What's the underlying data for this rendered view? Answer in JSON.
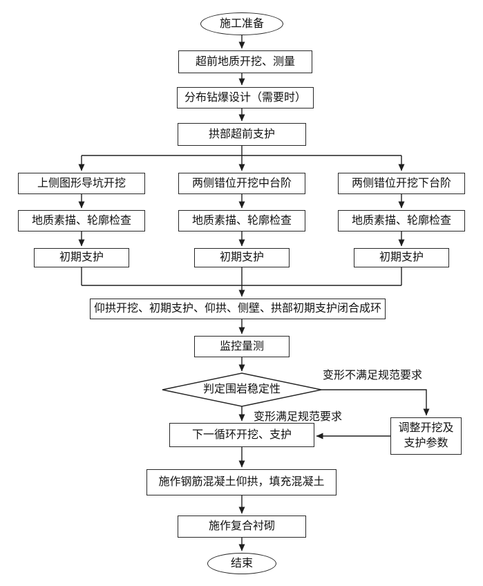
{
  "flowchart": {
    "colors": {
      "line": "#1e1e1e",
      "box_border": "#262626",
      "background": "#ffffff",
      "text": "#111111"
    },
    "nodes": {
      "start": "施工准备",
      "advance_survey": "超前地质开挖、测量",
      "blast_design": "分布钻爆设计（需要时）",
      "arch_advance_support": "拱部超前支护",
      "left_excavation": "上侧图形导坑开挖",
      "mid_excavation": "两侧错位开挖中台阶",
      "right_excavation": "两侧错位开挖下台阶",
      "left_geology_check": "地质素描、轮廓检查",
      "mid_geology_check": "地质素描、轮廓检查",
      "right_geology_check": "地质素描、轮廓检查",
      "left_initial_support": "初期支护",
      "mid_initial_support": "初期支护",
      "right_initial_support": "初期支护",
      "ring_closure": "仰拱开挖、初期支护、仰拱、侧壁、拱部初期支护闭合成环",
      "monitoring": "监控量测",
      "decision": "判定围岩稳定性",
      "next_cycle": "下一循环开挖、支护",
      "adjust_params": {
        "line1": "调整开挖及",
        "line2": "支护参数"
      },
      "invert_concrete": "施作钢筋混凝土仰拱，填充混凝土",
      "composite_lining": "施作复合衬砌",
      "end": "结束"
    },
    "edge_labels": {
      "not_satisfied": "变形不满足规范要求",
      "satisfied": "变形满足规范要求"
    }
  }
}
